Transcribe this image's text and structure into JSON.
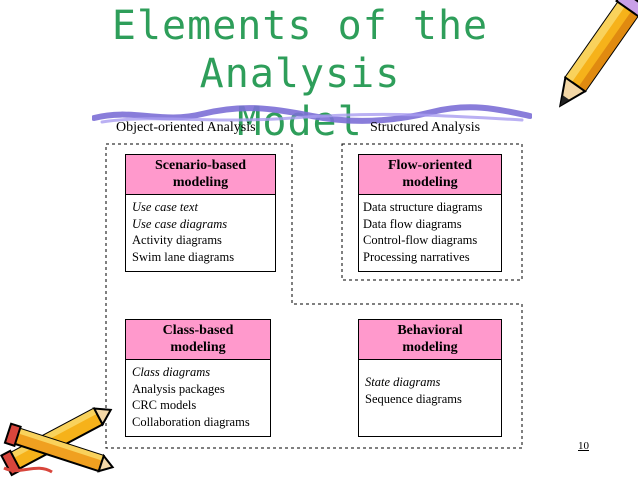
{
  "slide": {
    "title_line1": "Elements of the Analysis",
    "title_line2": "Model",
    "label_object": "Object-oriented Analysis",
    "label_structured": "Structured Analysis",
    "page_number": "10"
  },
  "boxes": {
    "scenario": {
      "title_line1": "Scenario-based",
      "title_line2": "modeling",
      "items": [
        "Use case text",
        "Use case diagrams",
        "Activity diagrams",
        "Swim lane diagrams"
      ]
    },
    "flow": {
      "title_line1": "Flow-oriented",
      "title_line2": "modeling",
      "items": [
        "Data structure diagrams",
        "Data flow diagrams",
        "Control-flow diagrams",
        "Processing narratives"
      ]
    },
    "class": {
      "title_line1": "Class-based",
      "title_line2": "modeling",
      "items": [
        "Class diagrams",
        "Analysis packages",
        "CRC models",
        "Collaboration diagrams"
      ]
    },
    "behavioral": {
      "title_line1": "Behavioral",
      "title_line2": "modeling",
      "items": [
        "State diagrams",
        "Sequence diagrams"
      ]
    }
  },
  "colors": {
    "title": "#2e9e5a",
    "box_header": "#ff99cc",
    "swoosh": "#7c6fd6"
  }
}
